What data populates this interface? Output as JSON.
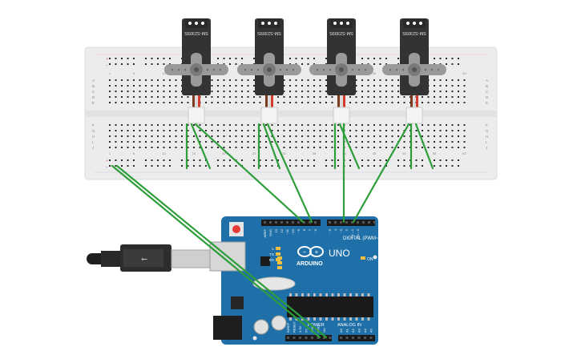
{
  "servos": [
    {
      "model": "SM-S2309S"
    },
    {
      "model": "SM-S2309S"
    },
    {
      "model": "SM-S2309S"
    },
    {
      "model": "SM-S2309S"
    }
  ],
  "breadboard": {
    "row_letters_top": [
      "A",
      "B",
      "C",
      "D",
      "E"
    ],
    "row_letters_bottom": [
      "F",
      "G",
      "H",
      "I",
      "J"
    ],
    "column_numbers": [
      "1",
      "5",
      "10",
      "15",
      "20",
      "25",
      "30",
      "35",
      "40",
      "45",
      "50",
      "55",
      "60"
    ]
  },
  "arduino": {
    "brand": "ARDUINO",
    "model": "UNO",
    "digital_label": "DIGITAL (PWM~)",
    "power_label": "POWER",
    "analog_label": "ANALOG IN",
    "on_label": "ON",
    "led_labels": [
      "L",
      "TX",
      "RX"
    ],
    "digital_pins": [
      "AREF",
      "GND",
      "13",
      "12",
      "~11",
      "~10",
      "~9",
      "8",
      "7",
      "~6",
      "~5",
      "4",
      "~3",
      "2",
      "TX→1",
      "RX←0"
    ],
    "power_pins": [
      "IOREF",
      "RESET",
      "3.3V",
      "5V",
      "GND",
      "GND",
      "Vin"
    ],
    "analog_pins": [
      "A0",
      "A1",
      "A2",
      "A3",
      "A4",
      "A5"
    ]
  },
  "colors": {
    "wire": "#2e9e3a",
    "board": "#1f6fa8",
    "breadboard": "#ececec",
    "servo": "#333333",
    "horn": "#9a9a9a"
  }
}
